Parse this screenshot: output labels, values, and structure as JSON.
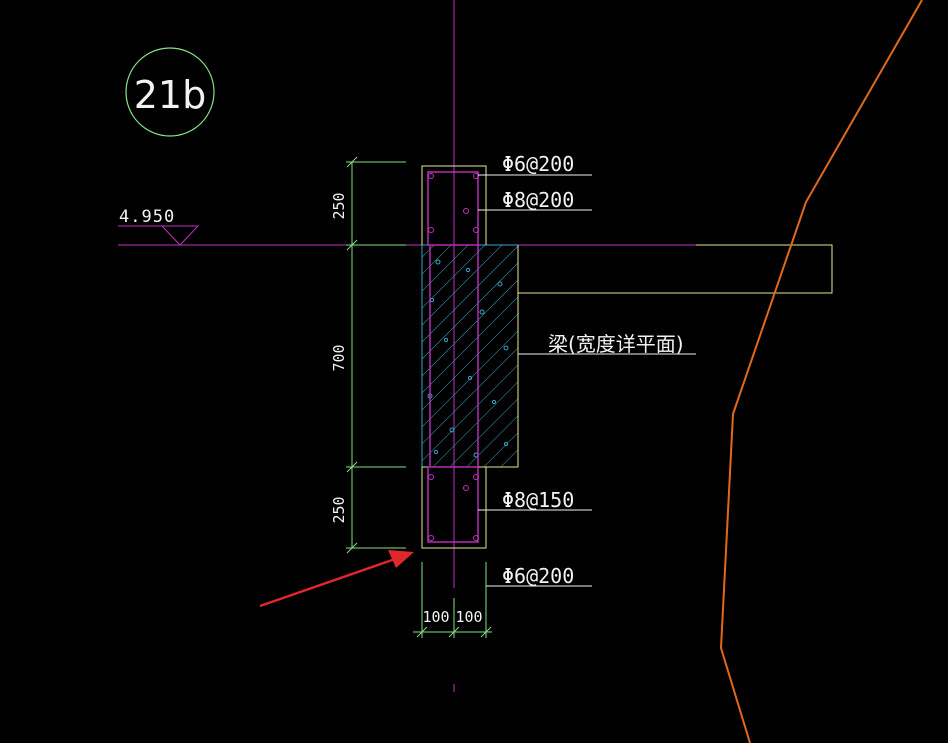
{
  "colors": {
    "background": "#000000",
    "magenta": "#c030c0",
    "green": "#86e086",
    "white": "#f2f2f2",
    "yellow": "#e8e890",
    "cyan": "#35a8c8",
    "orange": "#e06a1a",
    "red_arrow": "#e0282a"
  },
  "detail": {
    "label": "21b"
  },
  "level_mark": {
    "value": "4.950"
  },
  "dimensions": {
    "vertical": [
      "250",
      "700",
      "250"
    ],
    "horizontal": [
      "100",
      "100"
    ]
  },
  "rebar_labels": {
    "top_stirrup": "Φ6@200",
    "top_bar": "Φ8@200",
    "bottom_bar": "Φ8@150",
    "bottom_stirrup": "Φ6@200"
  },
  "beam_note": "梁(宽度详平面)"
}
